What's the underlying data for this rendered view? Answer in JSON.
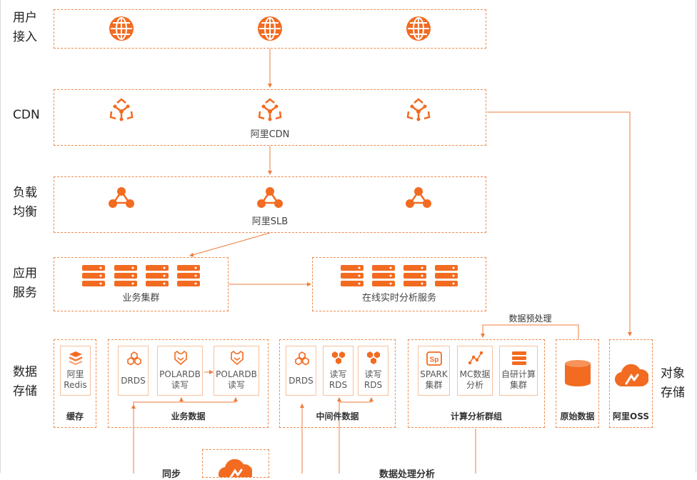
{
  "colors": {
    "accent": "#f26b21",
    "dash": "#f08a4b",
    "line": "#ef7c3c"
  },
  "rows": {
    "user_access": "用户\n接入",
    "cdn": "CDN",
    "load_balance": "负载\n均衡",
    "app_service": "应用\n服务",
    "data_storage": "数据\n存储",
    "object_storage": "对象\n存储"
  },
  "cdn": {
    "caption": "阿里CDN"
  },
  "slb": {
    "caption": "阿里SLB"
  },
  "app": {
    "business_cluster": "业务集群",
    "online_analysis": "在线实时分析服务"
  },
  "storage": {
    "preprocess_label": "数据预处理",
    "cache": {
      "card": "阿里\nRedis",
      "footer": "缓存"
    },
    "business_data": {
      "footer": "业务数据",
      "cards": [
        "DRDS",
        "POLARDB\n读写",
        "POLARDB\n读写"
      ]
    },
    "middleware_data": {
      "footer": "中间件数据",
      "cards": [
        "DRDS",
        "读写\nRDS",
        "读写\nRDS"
      ]
    },
    "compute_cluster": {
      "footer": "计算分析群组",
      "cards": [
        "SPARK\n集群",
        "MC数据\n分析",
        "自研计算\n集群"
      ]
    },
    "raw_data": {
      "footer": "原始数据"
    },
    "oss": {
      "footer": "阿里OSS"
    }
  },
  "bottom": {
    "sync": "同步",
    "processing": "数据处理分析"
  },
  "icons": [
    "globe-icon",
    "cdn-node-icon",
    "slb-icon",
    "server-stack-icon",
    "drds-icon",
    "polardb-icon",
    "rds-icon",
    "redis-icon",
    "spark-icon",
    "mc-analysis-icon",
    "compute-icon",
    "database-cylinder-icon",
    "oss-cloud-icon"
  ]
}
